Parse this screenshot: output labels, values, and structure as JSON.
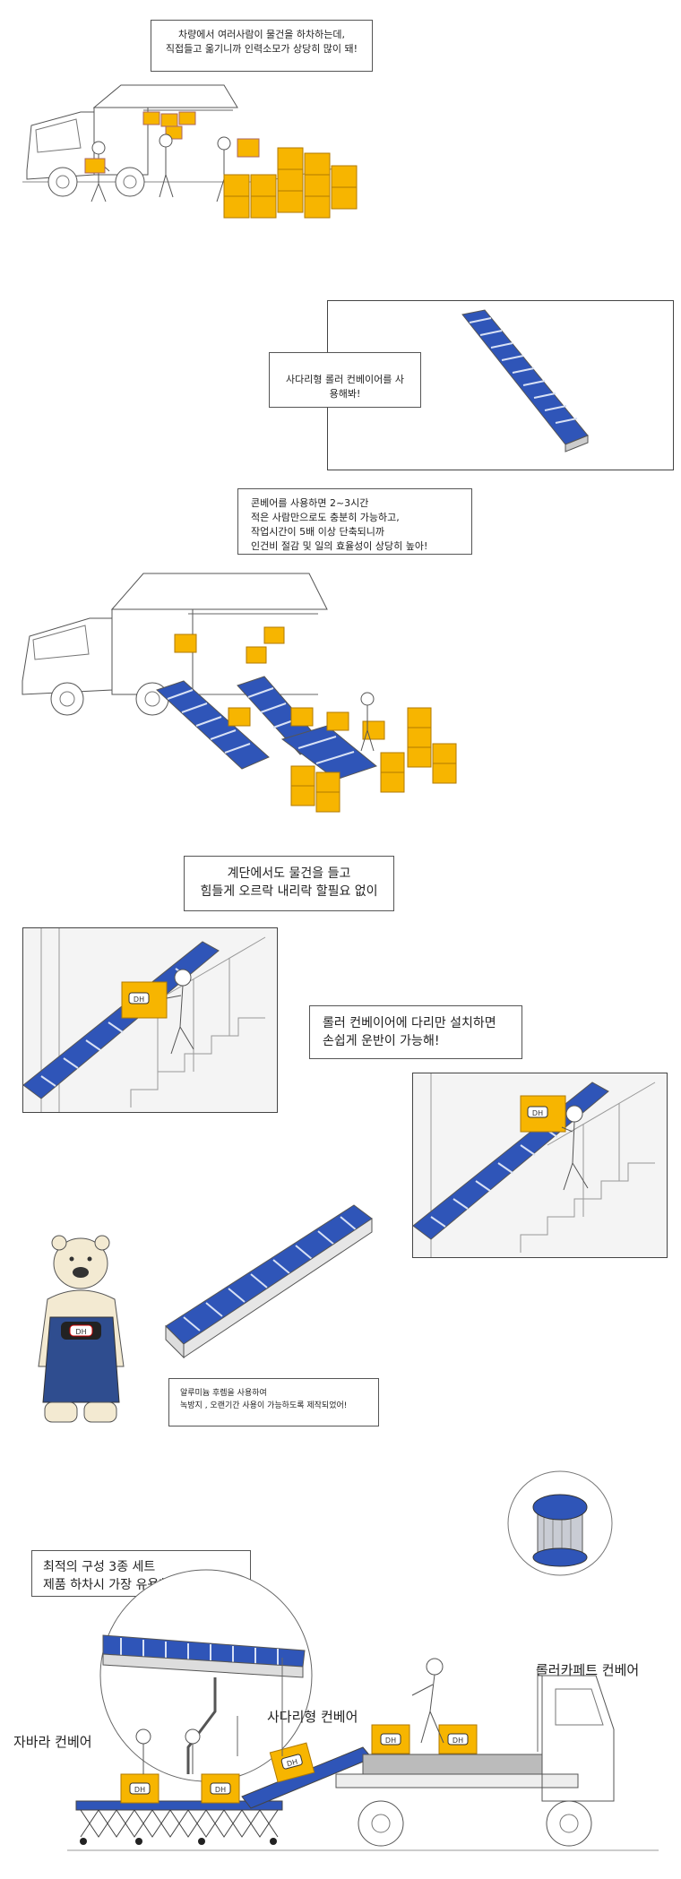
{
  "panel1": {
    "lines": [
      "차량에서 여러사람이 물건을 하차하는데,",
      "직접들고 옮기니까 인력소모가 상당히 많이 돼!"
    ]
  },
  "panel2": {
    "lines": [
      "사다리형 롤러 컨베이어를 사용해봐!"
    ]
  },
  "panel3": {
    "lines": [
      "콘베어를 사용하면 2~3시간",
      "적은 사람만으로도 충분히 가능하고,",
      "작업시간이 5배 이상 단축되니까",
      "인건비 절감 및 일의 효율성이 상당히 높아!"
    ]
  },
  "panel4": {
    "lines": [
      "계단에서도 물건을 들고",
      "힘들게 오르락 내리락 할필요 없이"
    ]
  },
  "panel5": {
    "lines": [
      "롤러 컨베이어에 다리만 설치하면",
      "손쉽게 운반이 가능해!"
    ]
  },
  "panel6": {
    "lines": [
      "알루미늄 후렘을 사용하여",
      "녹방지 , 오랜기간 사용이 가능하도록 제작되었어!"
    ]
  },
  "panel7": {
    "lines": [
      "최적의 구성 3종 세트",
      "제품 하차시 가장 유용한 활용법 예시"
    ],
    "label_jabara": "자바라 컨베어",
    "label_ladder": "사다리형 컨베어",
    "label_carpet": "롤러카페트 컨베어"
  },
  "box_logo": "DH",
  "colors": {
    "conveyor_blue": "#2f55b8",
    "box_yellow": "#f7b500",
    "line": "#555555"
  }
}
